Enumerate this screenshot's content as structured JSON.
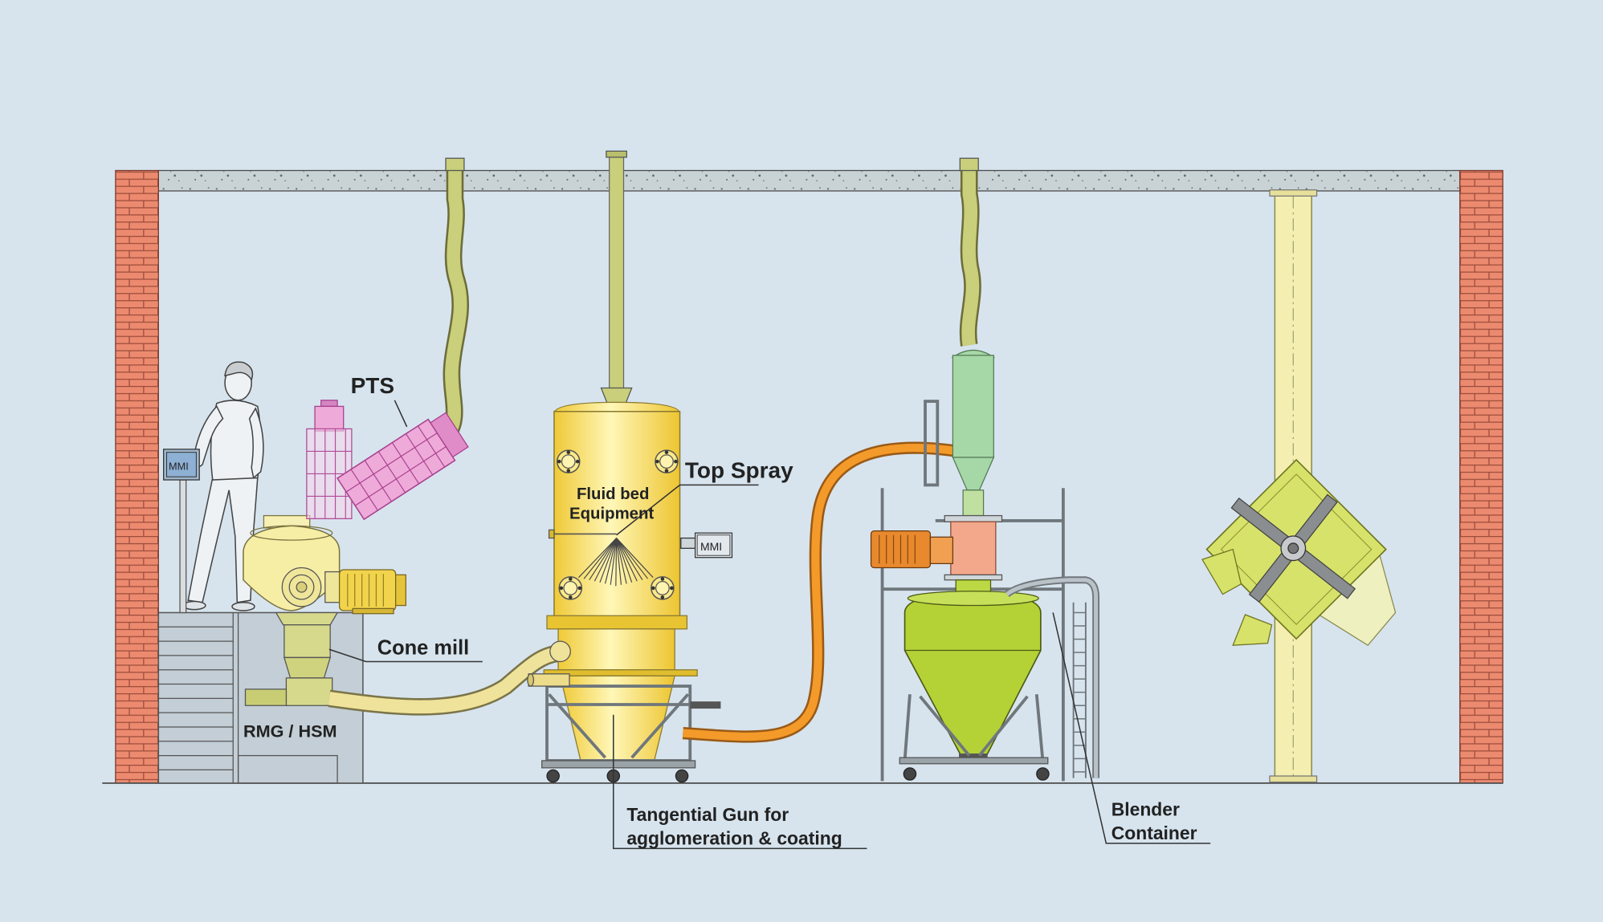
{
  "labels": {
    "pts": "PTS",
    "top_spray": "Top Spray",
    "fluid_bed_line1": "Fluid bed",
    "fluid_bed_line2": "Equipment",
    "mmi_fbe": "MMI",
    "mmi_panel": "MMI",
    "cone_mill": "Cone mill",
    "rmg_hsm": "RMG / HSM",
    "tangential_line1": "Tangential Gun for",
    "tangential_line2": "agglomeration & coating",
    "blender_line1": "Blender",
    "blender_line2": "Container"
  },
  "colors": {
    "background": "#d7e4ee",
    "brick": "#ec8a70",
    "concrete": "#c9d3d6",
    "hose_green": "#c9cf7a",
    "transfer_hose": "#efe29a",
    "orange_hose": "#f39a2a",
    "pts_pink": "#eeaad8",
    "cyclone_green": "#a6d7a7",
    "container_green": "#b4d236",
    "blender_bin": "#d7e26a",
    "blender_column": "#f4efb0",
    "motor_yellow": "#f1d44b",
    "motor_orange": "#e8892d",
    "platform": "#c3ced6"
  }
}
